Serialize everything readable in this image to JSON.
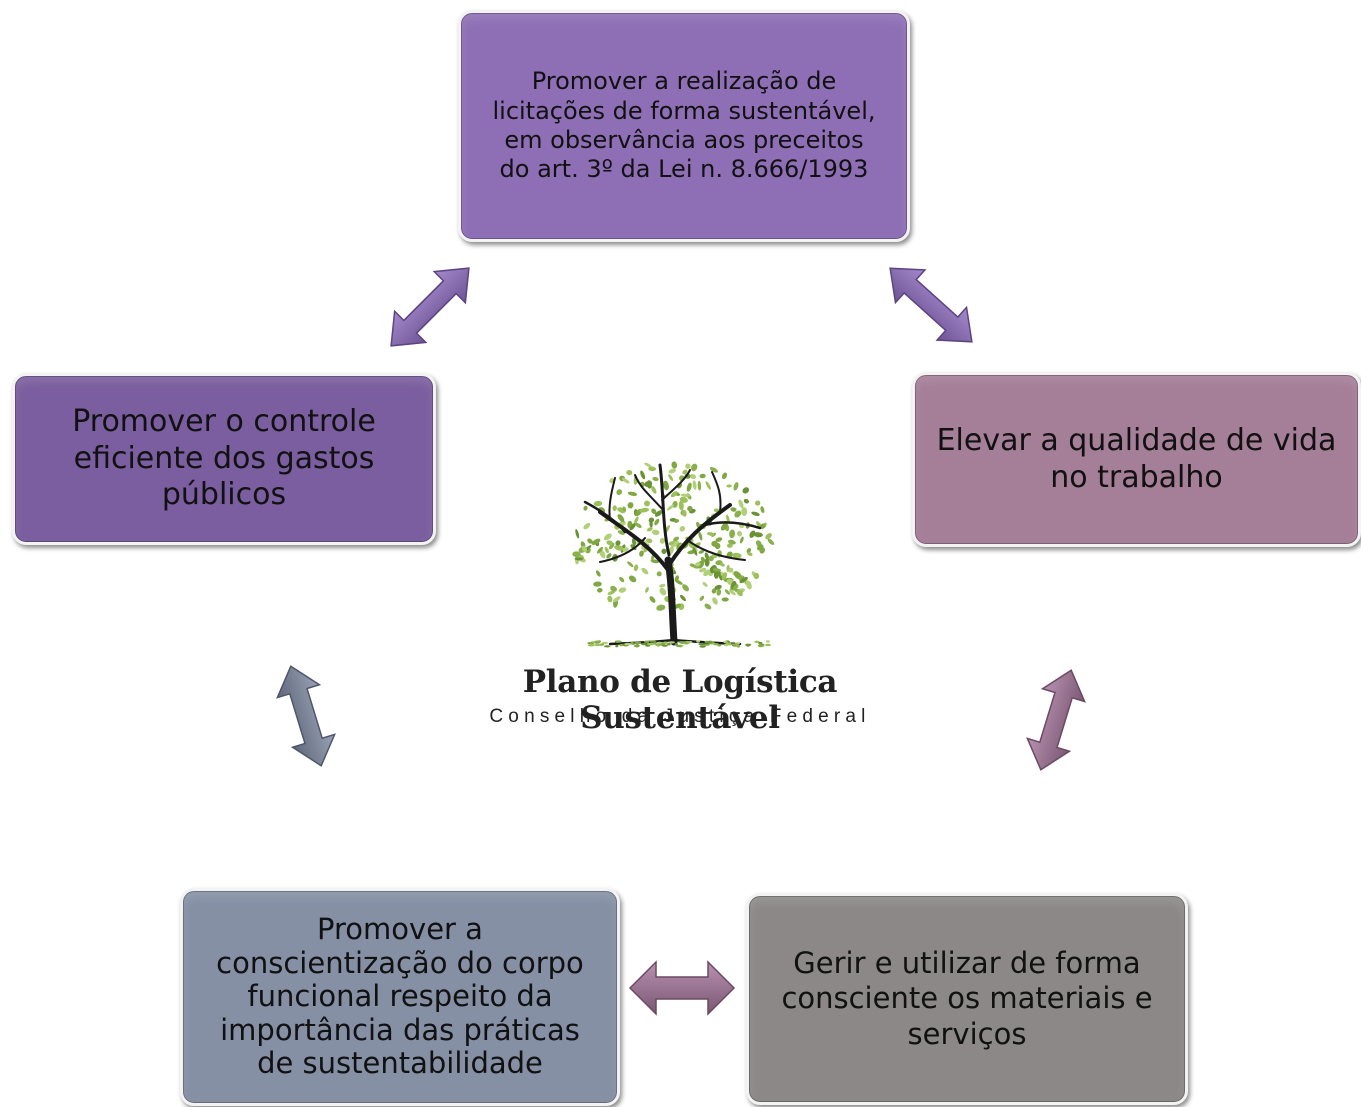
{
  "colors": {
    "purple": "#8E6FB5",
    "purple_dark": "#7A5E9F",
    "mauve": "#A57E98",
    "slate": "#8590A5",
    "gray": "#8C8888",
    "leaf_green": "#8DB14E",
    "trunk": "#1A1A1A"
  },
  "boxes": {
    "top": [
      "Promover a realização de",
      "licitações de forma sustentável,",
      "em observância aos preceitos",
      "do art. 3º da Lei n. 8.666/1993"
    ],
    "left": [
      "Promover o controle",
      "eficiente dos gastos",
      "públicos"
    ],
    "right": [
      "Elevar a qualidade de vida",
      "no trabalho"
    ],
    "bottom_left": [
      "Promover a",
      "conscientização do corpo",
      "funcional respeito da",
      "importância das práticas",
      "de sustentabilidade"
    ],
    "bottom_right": [
      "Gerir e utilizar de forma",
      "consciente os materiais e",
      "serviços"
    ]
  },
  "logo": {
    "title": "Plano de Logística Sustentável",
    "subtitle": "Conselho da Justiça Federal",
    "icon": "tree-icon"
  },
  "arrows": [
    {
      "from": "top",
      "to": "left",
      "style": "double-arrow",
      "color": "purple"
    },
    {
      "from": "top",
      "to": "right",
      "style": "double-arrow",
      "color": "purple"
    },
    {
      "from": "left",
      "to": "bottom_left",
      "style": "double-arrow",
      "color": "slate"
    },
    {
      "from": "right",
      "to": "bottom_right",
      "style": "double-arrow",
      "color": "mauve"
    },
    {
      "from": "bottom_left",
      "to": "bottom_right",
      "style": "double-arrow",
      "color": "mauve"
    }
  ]
}
